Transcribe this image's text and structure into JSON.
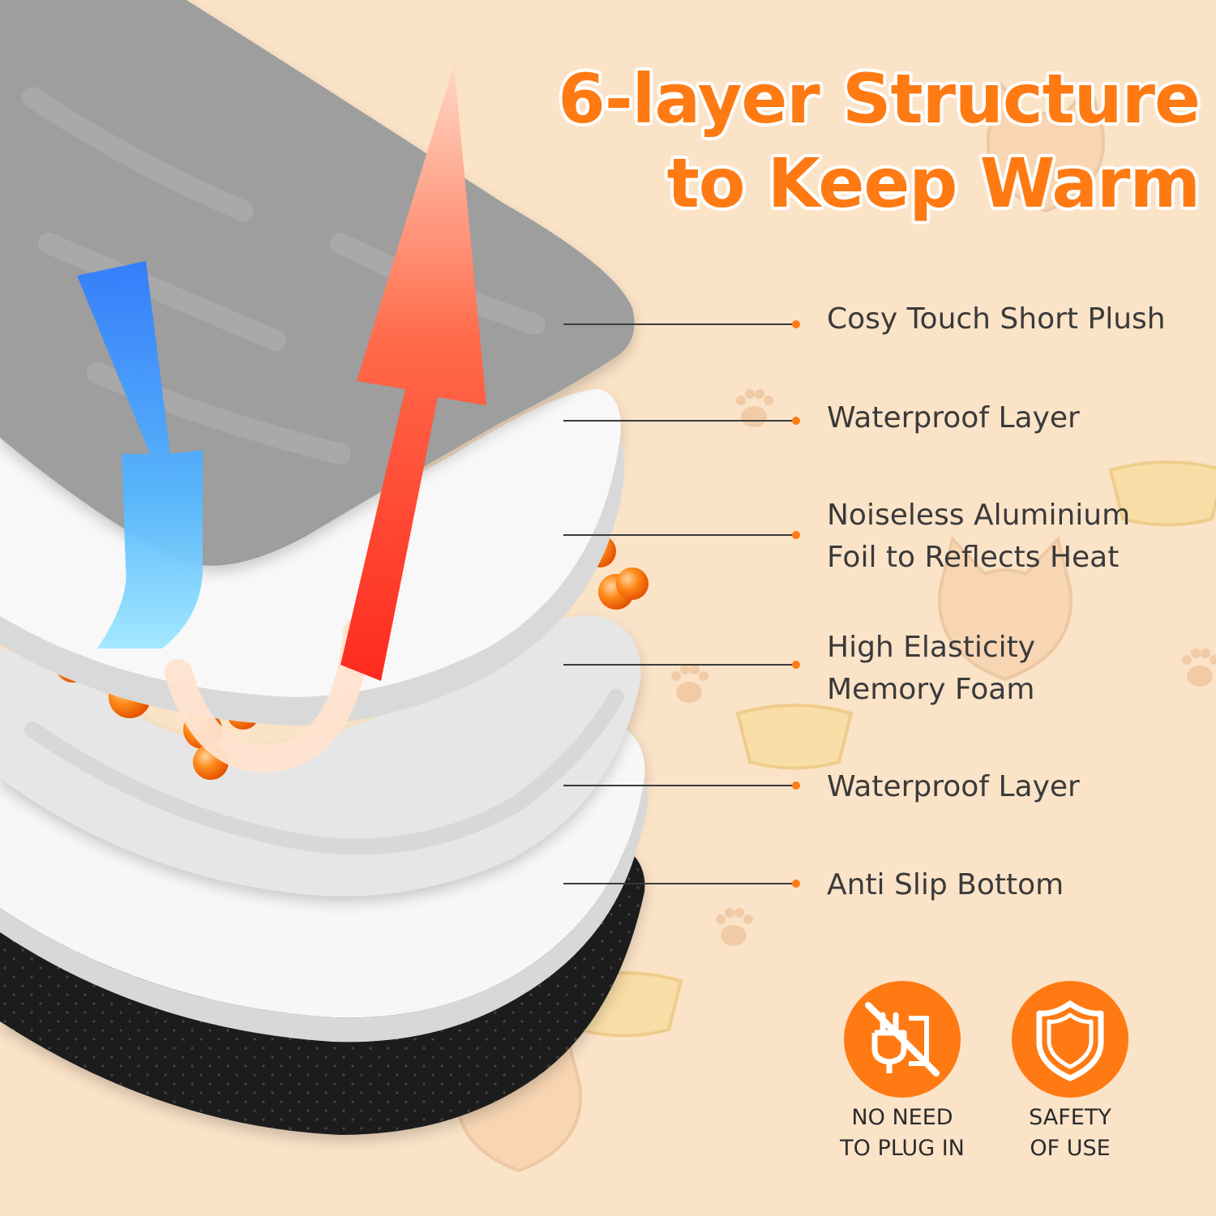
{
  "title": {
    "line1": "6-layer Structure",
    "line2": "to Keep Warm"
  },
  "layers": [
    {
      "label_lines": [
        "Cosy Touch Short Plush"
      ]
    },
    {
      "label_lines": [
        "Waterproof Layer"
      ]
    },
    {
      "label_lines": [
        "Noiseless Aluminium",
        "Foil to Reflects Heat"
      ]
    },
    {
      "label_lines": [
        "High Elasticity",
        "Memory Foam"
      ]
    },
    {
      "label_lines": [
        "Waterproof Layer"
      ]
    },
    {
      "label_lines": [
        "Anti Slip Bottom"
      ]
    }
  ],
  "badges": [
    {
      "icon": "no-plug-icon",
      "lines": [
        "NO NEED",
        "TO PLUG IN"
      ]
    },
    {
      "icon": "shield-icon",
      "lines": [
        "SAFETY",
        "OF USE"
      ]
    }
  ],
  "colors": {
    "accent": "#ff7a12",
    "background": "#fbe3c8",
    "plush": "#9e9e9e",
    "foam": "#e9e9e9",
    "bottom": "#1c1c1c"
  }
}
